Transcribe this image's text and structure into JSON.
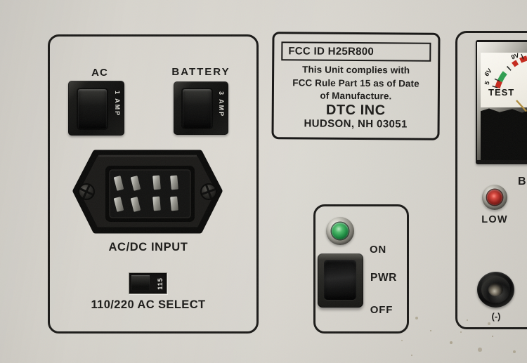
{
  "left": {
    "ac_label": "AC",
    "battery_label": "BATTERY",
    "ac_fuse_rating": "1 AMP",
    "battery_fuse_rating": "3 AMP",
    "connector_label": "AC/DC INPUT",
    "voltage_value": "115",
    "voltage_select_label": "110/220 AC SELECT"
  },
  "fcc": {
    "id_text": "FCC ID H25R800",
    "line1": "This Unit complies with",
    "line2": "FCC Rule Part 15 as of Date",
    "line3": "of Manufacture.",
    "company": "DTC INC",
    "address": "HUDSON, NH 03051"
  },
  "power": {
    "on": "ON",
    "pwr": "PWR",
    "off": "OFF"
  },
  "meter": {
    "scale_labels": [
      "5",
      "6V",
      "9V"
    ],
    "test_label": "TEST"
  },
  "right": {
    "low_label": "LOW",
    "partial_label": "B",
    "neg_label": "(-)"
  },
  "colors": {
    "panel": "#d6d3cc",
    "outline": "#1b1a18",
    "led_green": "#1d8c42",
    "led_red": "#8c1d18",
    "meter_red": "#c5281c",
    "meter_green": "#2f9e4f",
    "needle_brass": "#b08d3e"
  }
}
